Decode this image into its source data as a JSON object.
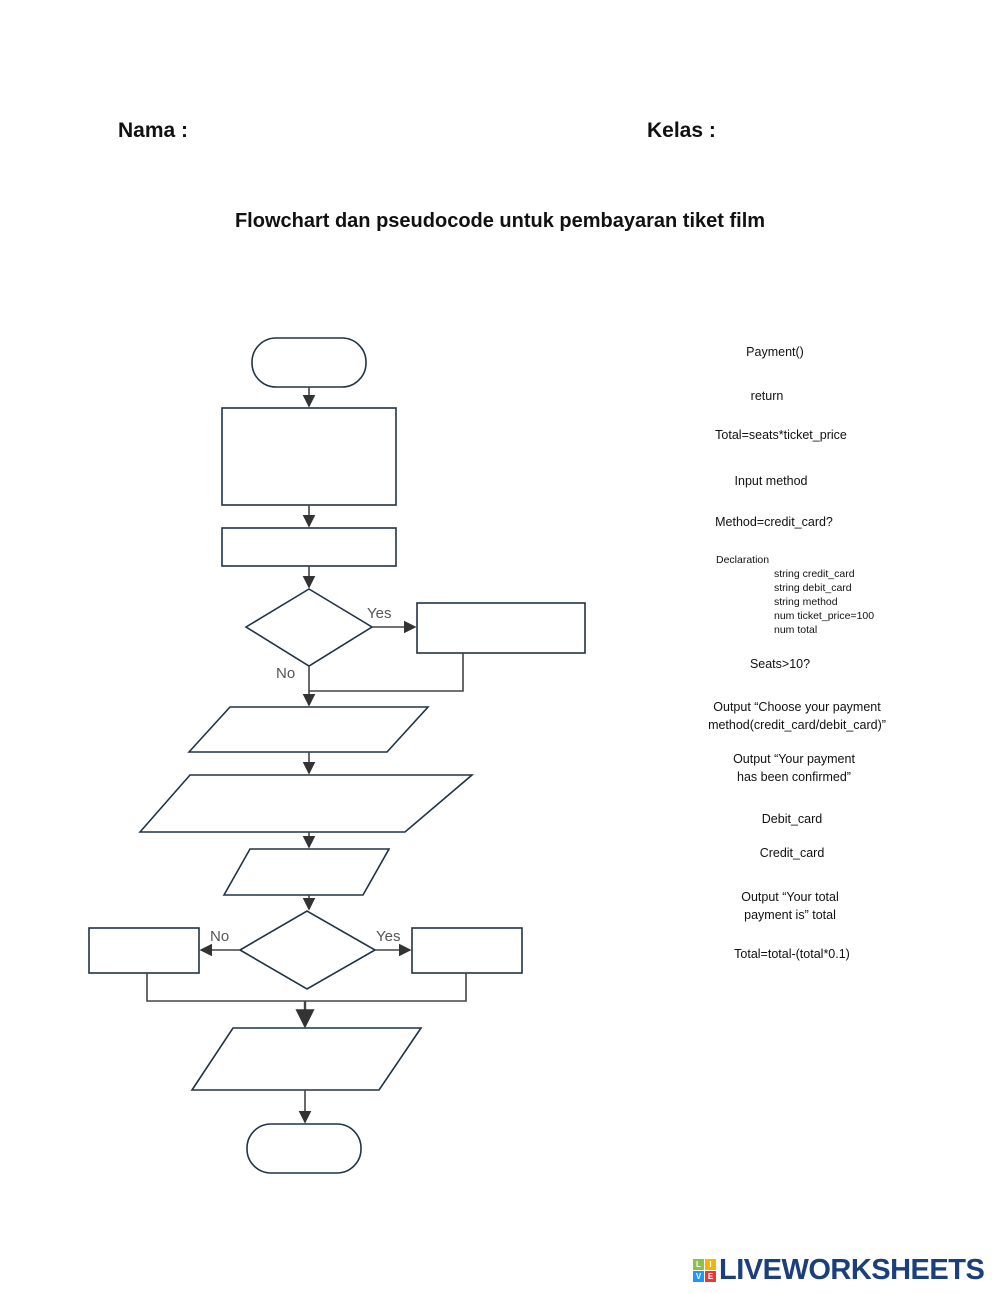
{
  "header": {
    "name_label": "Nama :",
    "class_label": "Kelas :"
  },
  "title": "Flowchart dan pseudocode untuk pembayaran tiket film",
  "flowchart": {
    "yes_label_1": "Yes",
    "no_label_1": "No",
    "yes_label_2": "Yes",
    "no_label_2": "No"
  },
  "cards": {
    "payment": "Payment()",
    "return": "return",
    "total_calc": "Total=seats*ticket_price",
    "input_method": "Input method",
    "method_check": "Method=credit_card?",
    "declaration_title": "Declaration",
    "declarations": [
      "string credit_card",
      "string debit_card",
      "string method",
      "num ticket_price=100",
      "num total"
    ],
    "seats_check": "Seats>10?",
    "output_choose_1": "Output “Choose your payment",
    "output_choose_2": "method(credit_card/debit_card)”",
    "output_confirmed_1": "Output “Your payment",
    "output_confirmed_2": "has been confirmed”",
    "debit_card": "Debit_card",
    "credit_card": "Credit_card",
    "output_total_1": "Output “Your total",
    "output_total_2": "payment is” total",
    "discount": "Total=total-(total*0.1)"
  },
  "logo": {
    "text": "LIVEWORKSHEETS",
    "tiles": [
      "L",
      "I",
      "V",
      "E"
    ]
  },
  "colors": {
    "shape_stroke": "#1f3347",
    "connector": "#444444",
    "logo": "#1b3f7a"
  }
}
